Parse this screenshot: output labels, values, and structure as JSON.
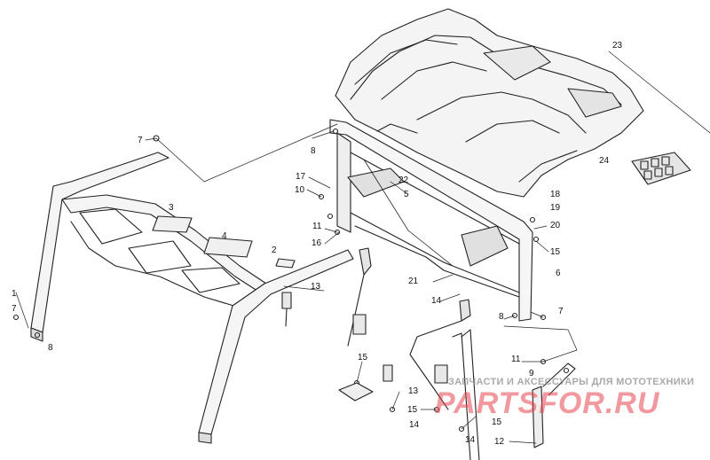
{
  "callouts": [
    "1",
    "2",
    "3",
    "4",
    "5",
    "6",
    "7",
    "7",
    "7",
    "8",
    "8",
    "8",
    "9",
    "10",
    "11",
    "11",
    "12",
    "13",
    "13",
    "14",
    "14",
    "14",
    "15",
    "15",
    "15",
    "15",
    "16",
    "17",
    "18",
    "19",
    "20",
    "21",
    "22",
    "23",
    "24"
  ],
  "watermark": {
    "tagline": "ЗАПЧАСТИ И АКСЕССУАРЫ ДЛЯ МОТОТЕХНИКИ",
    "brand": "PARTSFOR.RU",
    "color": "#e84650"
  }
}
